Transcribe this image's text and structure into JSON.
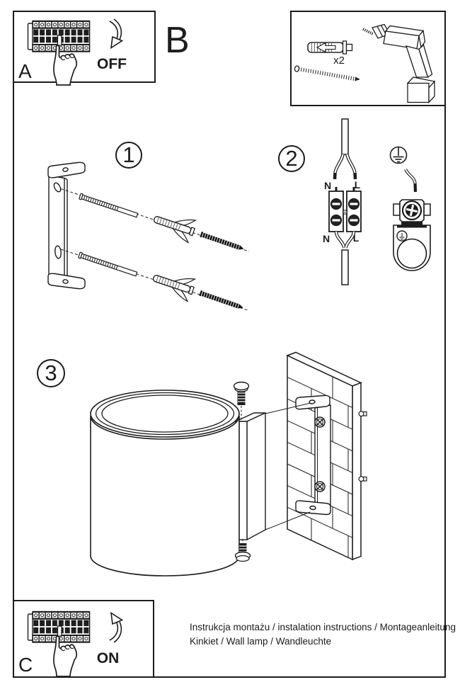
{
  "page": {
    "background": "#ffffff",
    "ink": "#1c1c1c"
  },
  "panel_a": {
    "label": "A",
    "action": "OFF"
  },
  "section_b": {
    "label": "B"
  },
  "panel_c": {
    "label": "C",
    "action": "ON"
  },
  "tools_box": {
    "anchor_quantity": "x2"
  },
  "steps": {
    "one": "1",
    "two": "2",
    "three": "3"
  },
  "wiring_labels": {
    "n_top": "N",
    "l_top": "L",
    "n_bottom": "N",
    "l_bottom": "L"
  },
  "captions": {
    "line1": "Instrukcja montażu / instalation instructions / Montageanleitung",
    "line2": "Kinkiet / Wall lamp / Wandleuchte"
  }
}
